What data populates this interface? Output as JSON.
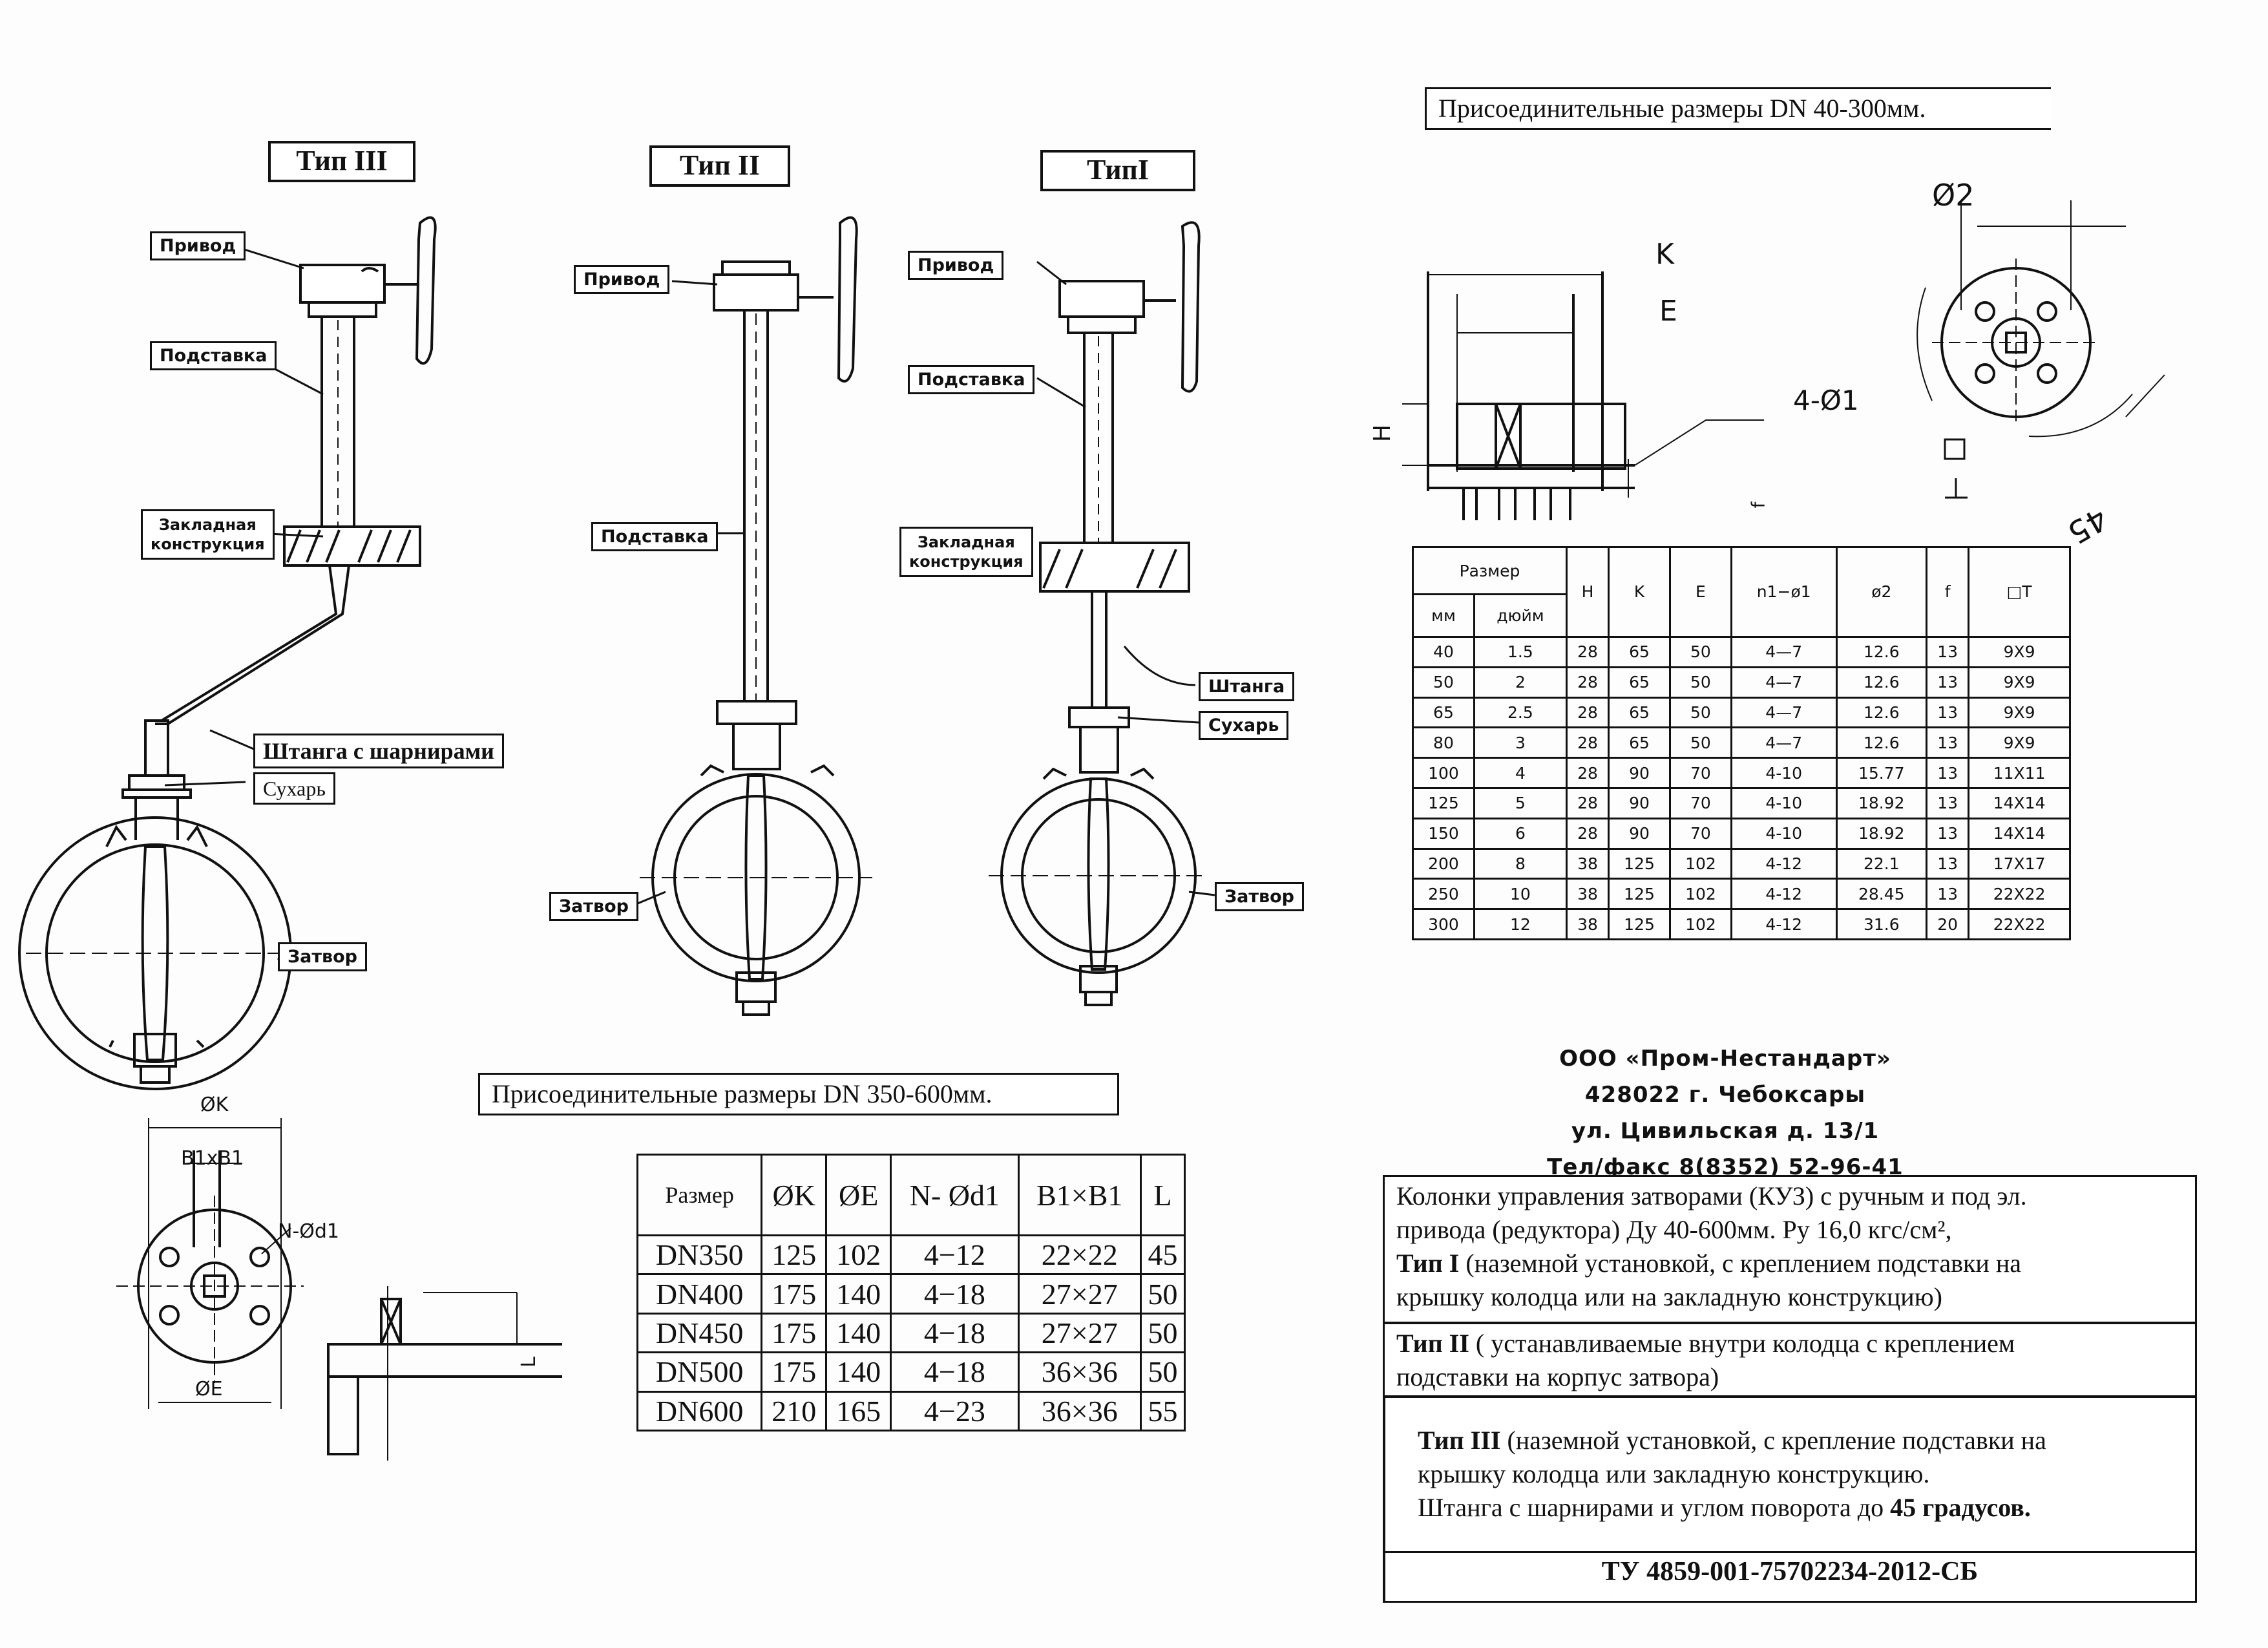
{
  "headings": {
    "dn40_300": "Присоединительные размеры DN 40-300мм.",
    "dn350_600": "Присоединительные размеры DN 350-600мм."
  },
  "types": {
    "type3": "Тип III",
    "type2": "Тип II",
    "type1": "ТипI"
  },
  "labels": {
    "privod": "Привод",
    "podstavka": "Подставка",
    "zakladnaya_1": "Закладная",
    "zakladnaya_2": "конструкция",
    "shtanga_sharniry": "Штанга с шарнирами",
    "shtanga": "Штанга",
    "sukhar": "Сухарь",
    "zatvor": "Затвор"
  },
  "drawing_small": {
    "K": "K",
    "E": "E",
    "H": "H",
    "f": "f",
    "phi2": "Ø2",
    "holes": "4-Ø1",
    "angle": "45",
    "square": "□",
    "l": "⊥"
  },
  "drawing_big": {
    "phiK": "ØK",
    "b1xb1": "B1xB1",
    "n_phid1": "N-Ød1",
    "phiE": "ØE",
    "l": "L"
  },
  "table_small": {
    "header": {
      "razmer": "Размер",
      "mm": "мм",
      "duim": "дюйм",
      "H": "H",
      "K": "K",
      "E": "E",
      "n1": "n1−ø1",
      "phi2": "ø2",
      "f": "f",
      "sq": "□T"
    },
    "rows": [
      [
        "40",
        "1.5",
        "28",
        "65",
        "50",
        "4—7",
        "12.6",
        "13",
        "9X9"
      ],
      [
        "50",
        "2",
        "28",
        "65",
        "50",
        "4—7",
        "12.6",
        "13",
        "9X9"
      ],
      [
        "65",
        "2.5",
        "28",
        "65",
        "50",
        "4—7",
        "12.6",
        "13",
        "9X9"
      ],
      [
        "80",
        "3",
        "28",
        "65",
        "50",
        "4—7",
        "12.6",
        "13",
        "9X9"
      ],
      [
        "100",
        "4",
        "28",
        "90",
        "70",
        "4-10",
        "15.77",
        "13",
        "11X11"
      ],
      [
        "125",
        "5",
        "28",
        "90",
        "70",
        "4-10",
        "18.92",
        "13",
        "14X14"
      ],
      [
        "150",
        "6",
        "28",
        "90",
        "70",
        "4-10",
        "18.92",
        "13",
        "14X14"
      ],
      [
        "200",
        "8",
        "38",
        "125",
        "102",
        "4-12",
        "22.1",
        "13",
        "17X17"
      ],
      [
        "250",
        "10",
        "38",
        "125",
        "102",
        "4-12",
        "28.45",
        "13",
        "22X22"
      ],
      [
        "300",
        "12",
        "38",
        "125",
        "102",
        "4-12",
        "31.6",
        "20",
        "22X22"
      ]
    ]
  },
  "table_big": {
    "header": [
      "Размер",
      "ØK",
      "ØE",
      "N-  Ød1",
      "B1×B1",
      "L"
    ],
    "rows": [
      [
        "DN350",
        "125",
        "102",
        "4−12",
        "22×22",
        "45"
      ],
      [
        "DN400",
        "175",
        "140",
        "4−18",
        "27×27",
        "50"
      ],
      [
        "DN450",
        "175",
        "140",
        "4−18",
        "27×27",
        "50"
      ],
      [
        "DN500",
        "175",
        "140",
        "4−18",
        "36×36",
        "50"
      ],
      [
        "DN600",
        "210",
        "165",
        "4−23",
        "36×36",
        "55"
      ]
    ]
  },
  "company": {
    "name": "ООО «Пром-Нестандарт»",
    "city": "428022 г. Чебоксары",
    "street": "ул. Цивильская д. 13/1",
    "phone": "Тел/факс 8(8352) 52-96-41"
  },
  "description": {
    "p1_line1": "Колонки управления затворами (КУЗ) с ручным и под эл.",
    "p1_line2": "привода (редуктора) Ду 40-600мм. Ру 16,0 кгс/см²,",
    "p1_type": "Тип I",
    "p1_line3": " (наземной установкой, с креплением подставки на",
    "p1_line4": "крышку колодца или на закладную конструкцию)",
    "p2_type": "Тип II",
    "p2_line1": " ( устанавливаемые внутри колодца с креплением",
    "p2_line2": "подставки на корпус затвора)",
    "p3_type": "Тип  III",
    "p3_line1": " (наземной установкой, с крепление подставки на",
    "p3_line2": "крышку колодца или закладную конструкцию.",
    "p3_line3": "Штанга с шарнирами  и углом поворота до ",
    "p3_bold": "45 градусов.",
    "tu": "ТУ 4859-001-75702234-2012-СБ"
  }
}
